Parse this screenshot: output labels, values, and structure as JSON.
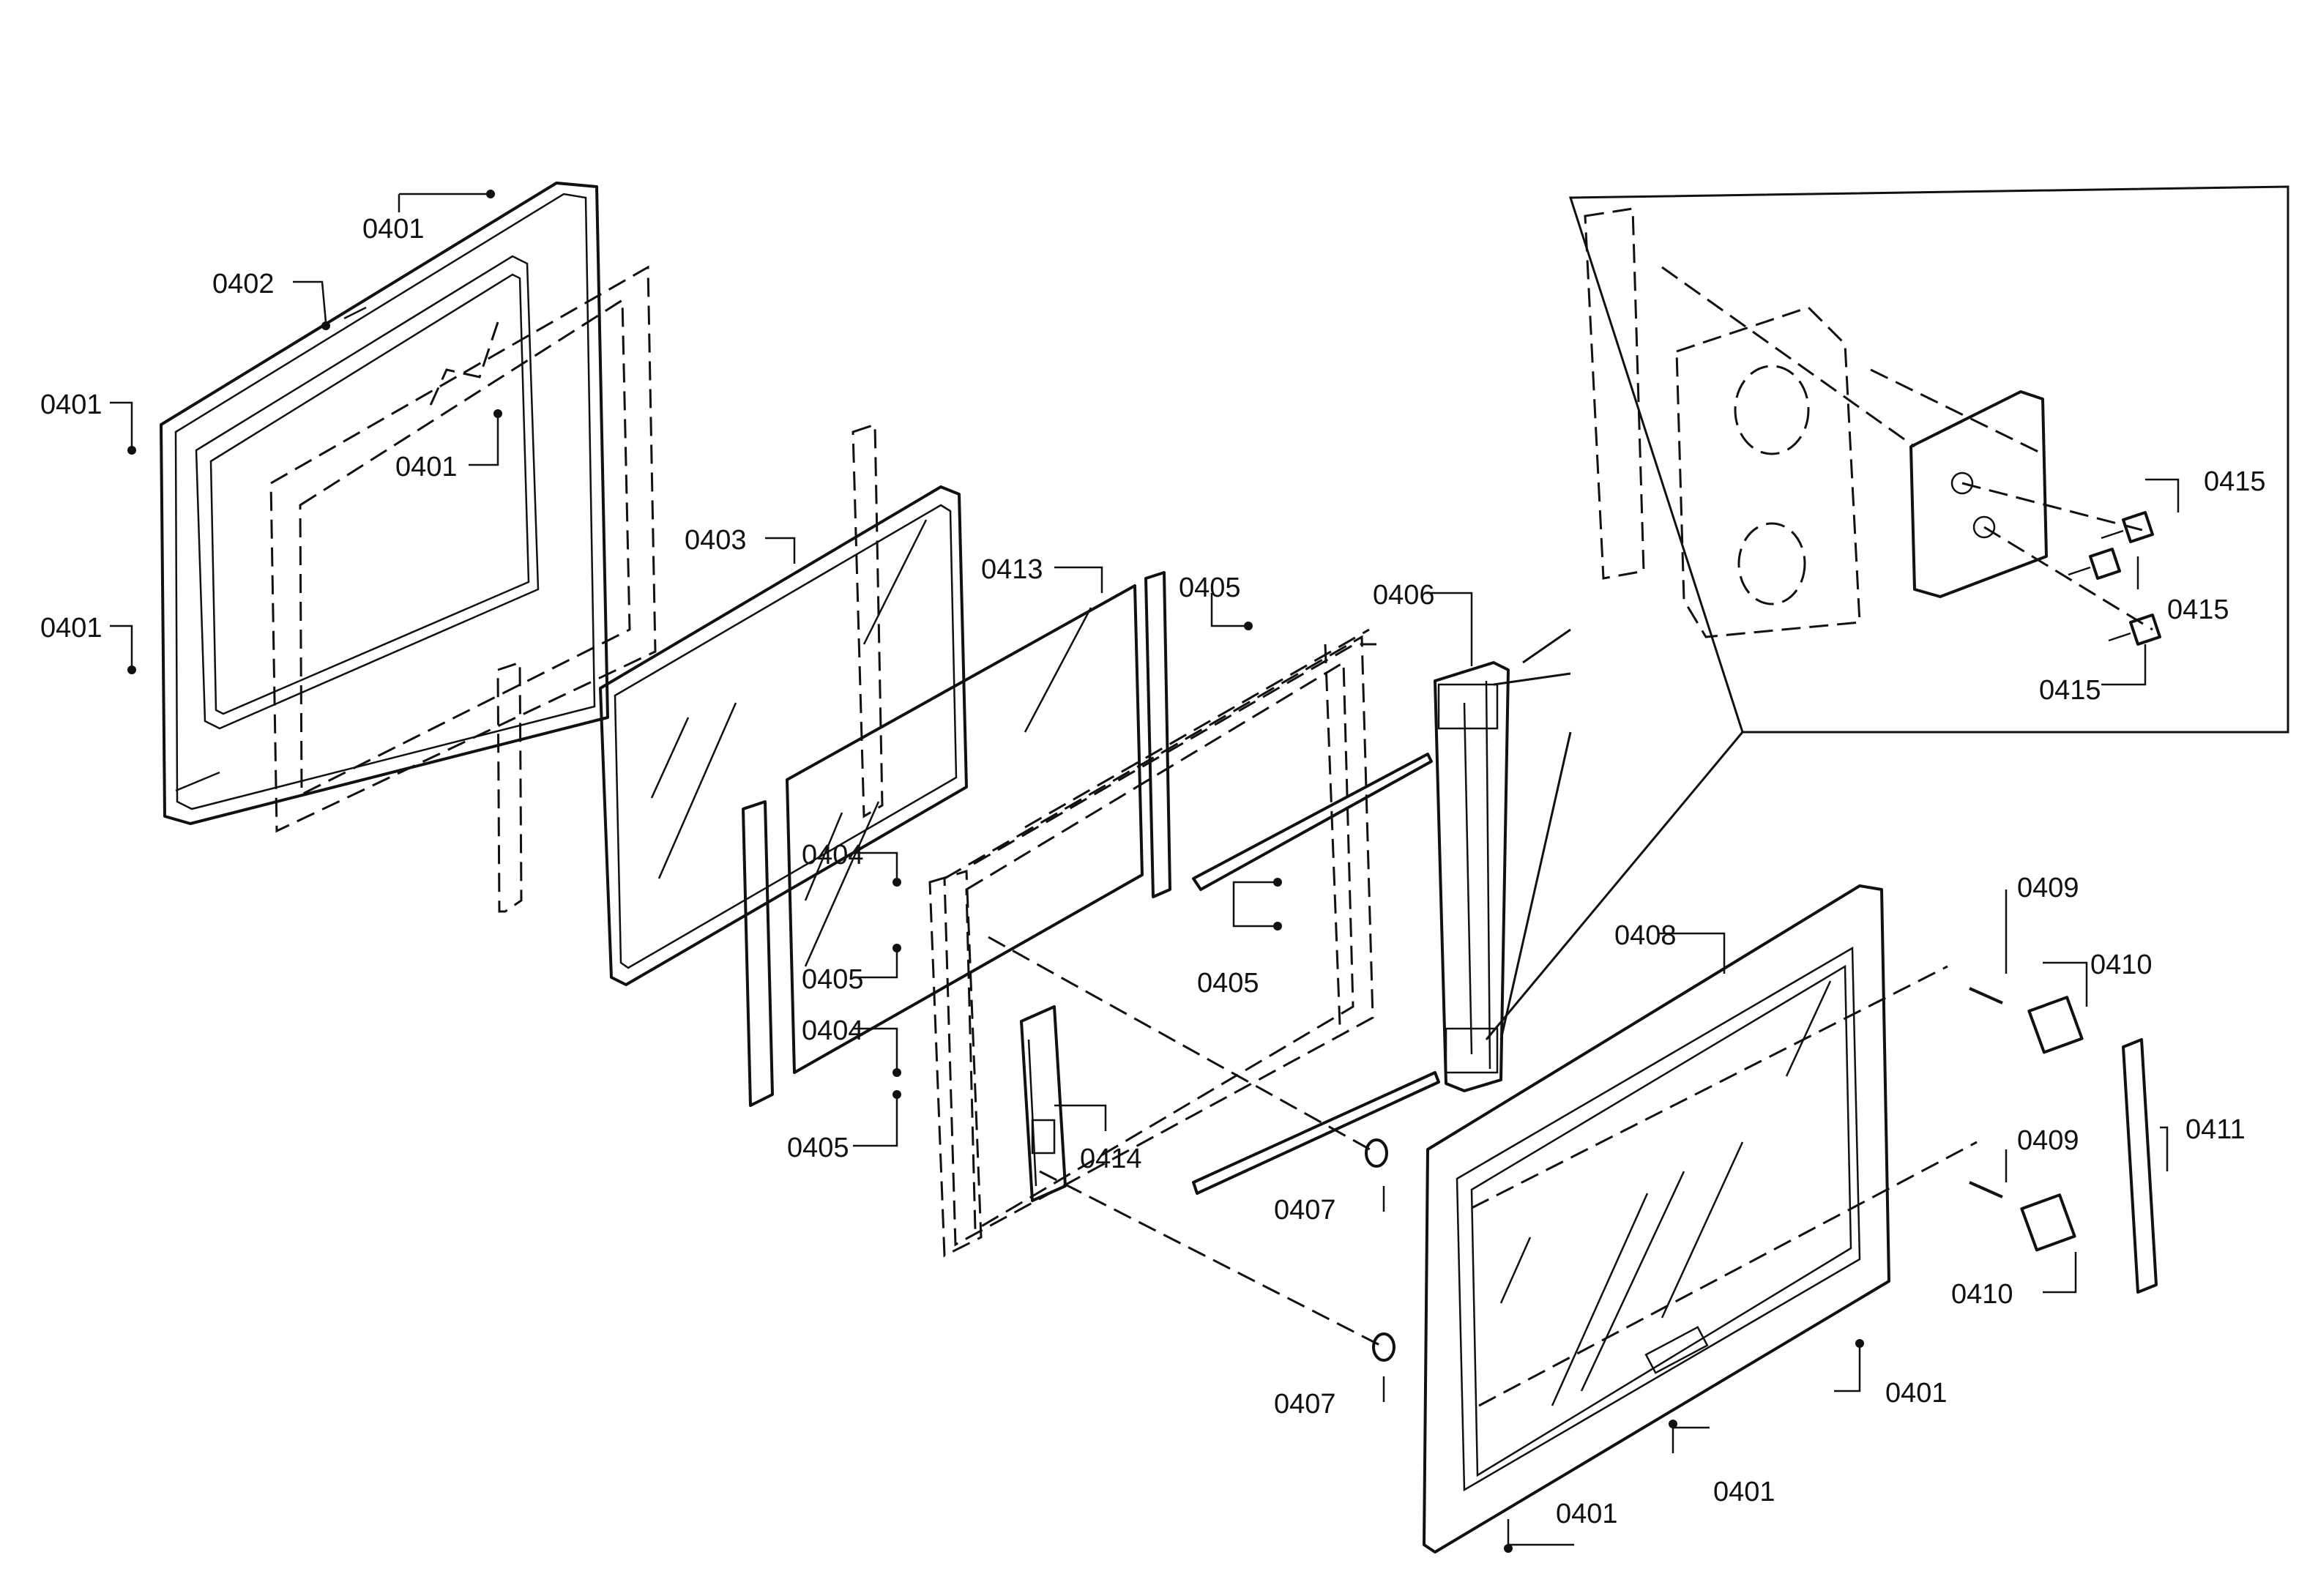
{
  "callouts": [
    {
      "id": "0401"
    },
    {
      "id": "0402"
    },
    {
      "id": "0403"
    },
    {
      "id": "0404"
    },
    {
      "id": "0405"
    },
    {
      "id": "0406"
    },
    {
      "id": "0407"
    },
    {
      "id": "0408"
    },
    {
      "id": "0409"
    },
    {
      "id": "0410"
    },
    {
      "id": "0411"
    },
    {
      "id": "0413"
    },
    {
      "id": "0414"
    },
    {
      "id": "0415"
    }
  ]
}
